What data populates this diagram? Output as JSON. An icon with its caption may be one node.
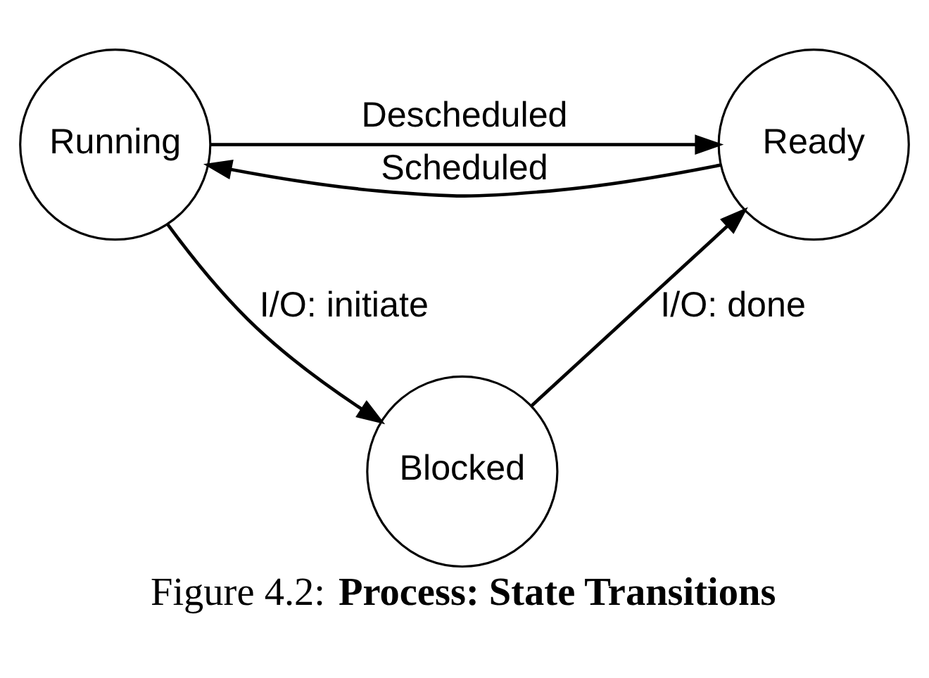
{
  "diagram": {
    "caption": "Figure 4.2: **Process: State Transitions**",
    "nodes": [
      {
        "text": [
          "Running"
        ]
      },
      {
        "text": [
          "Ready"
        ]
      },
      {
        "text": [
          "Blocked"
        ]
      }
    ],
    "edges": [
      {
        "from": 0,
        "to": 1,
        "arrow": "to",
        "label": "Descheduled"
      },
      {
        "from": 1,
        "to": 0,
        "arrow": "to",
        "label": "Scheduled"
      },
      {
        "from": 0,
        "to": 2,
        "arrow": "to",
        "label": "I/O: initiate"
      },
      {
        "from": 2,
        "to": 1,
        "arrow": "to",
        "label": "I/O: done"
      }
    ]
  }
}
